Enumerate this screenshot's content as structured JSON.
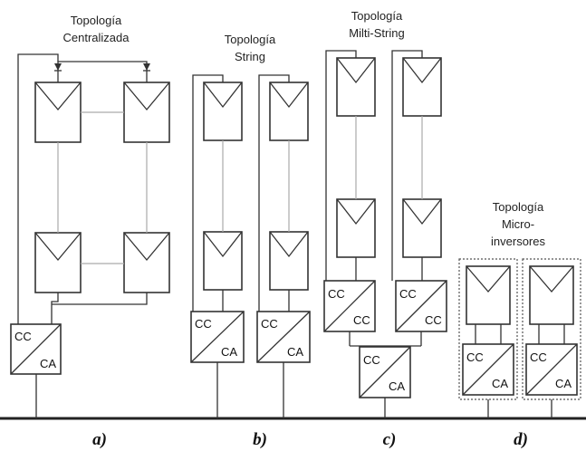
{
  "topologies": {
    "a": {
      "title_line1": "Topología",
      "title_line2": "Centralizada",
      "caption": "a)"
    },
    "b": {
      "title_line1": "Topología",
      "title_line2": "String",
      "caption": "b)"
    },
    "c": {
      "title_line1": "Topología",
      "title_line2": "Milti-String",
      "caption": "c)"
    },
    "d": {
      "title_line1": "Topología",
      "title_line2": "Micro-",
      "title_line3": "inversores",
      "caption": "d)"
    }
  },
  "converter": {
    "dc": "CC",
    "ac": "CA"
  }
}
